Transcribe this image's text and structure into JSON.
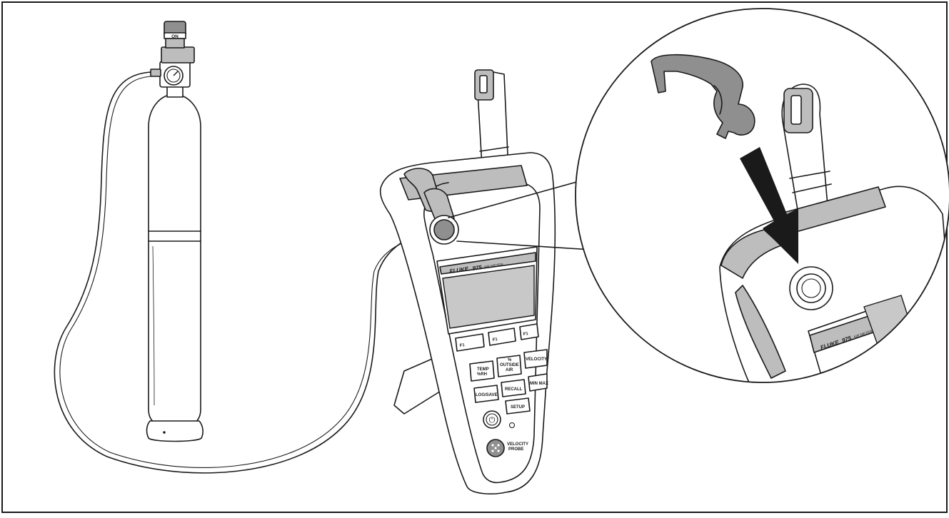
{
  "figure": {
    "background": "#ffffff",
    "frame_color": "#1a1a1a",
    "accent_gray": "#bdbdbd",
    "dark_gray": "#8f8f8f"
  },
  "cylinder": {
    "valve_label": "ON"
  },
  "meter": {
    "brand": "FLUKE",
    "model": "975",
    "model_suffix": "AIR METER",
    "softkeys": [
      "F1",
      "F1",
      "F1"
    ],
    "keys": {
      "temp_line1": "TEMP",
      "temp_line2": "%RH",
      "outside_line1": "%",
      "outside_line2": "OUTSIDE",
      "outside_line3": "AIR",
      "velocity": "VELOCITY",
      "log_save": "LOG/SAVE",
      "recall": "RECALL",
      "min_max": "MIN MAX",
      "setup": "SETUP"
    },
    "power_symbol": "⏻",
    "probe_label_line1": "VELOCITY",
    "probe_label_line2": "PROBE"
  },
  "detail": {
    "brand": "FLUKE",
    "model": "975",
    "model_suffix": "AIR METER"
  }
}
